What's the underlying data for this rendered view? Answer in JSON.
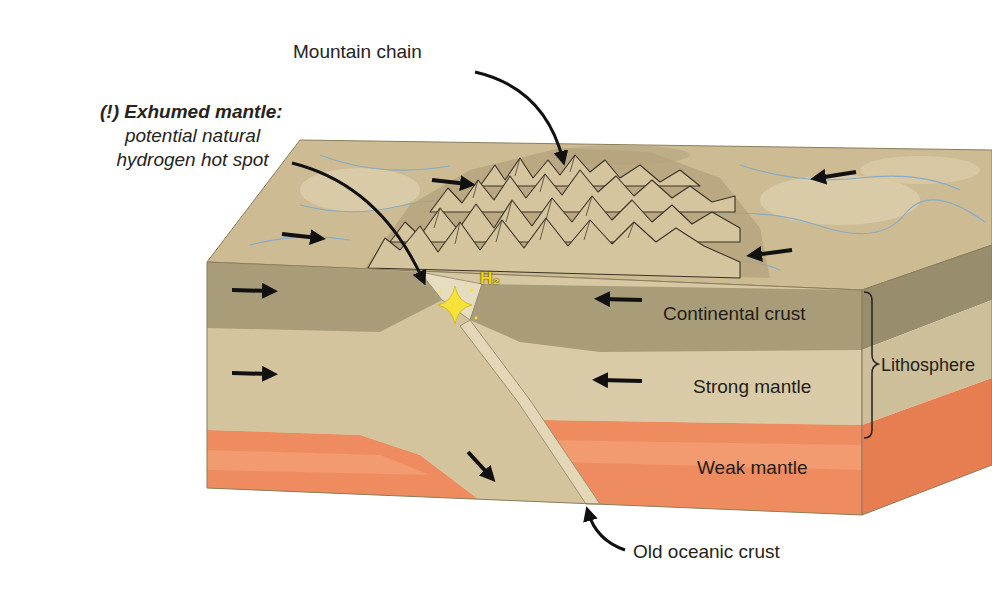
{
  "diagram": {
    "labels": [
      "Mountain chain",
      "(!) Exhumed mantle:",
      "potential natural hydrogen hot spot",
      "H₂",
      "Continental crust",
      "Strong mantle",
      "Lithosphere",
      "Weak mantle",
      "Old oceanic crust"
    ]
  }
}
